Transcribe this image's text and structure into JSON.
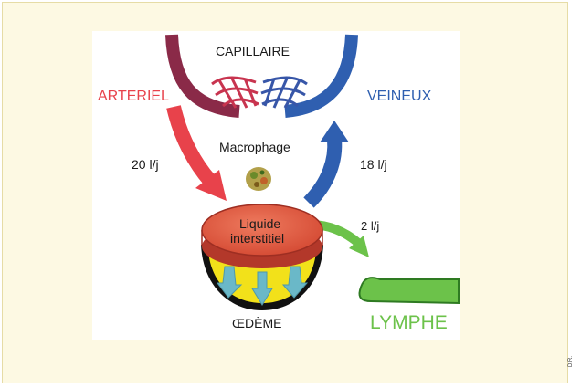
{
  "diagram": {
    "capillary_label": "CAPILLAIRE",
    "arterial_label": "ARTERIEL",
    "venous_label": "VEINEUX",
    "macrophage_label": "Macrophage",
    "interstitial_label_line1": "Liquide",
    "interstitial_label_line2": "interstitiel",
    "edema_label": "ŒDÈME",
    "lymph_label": "LYMPHE",
    "flows": {
      "arterial_to_interstitial": "20 l/j",
      "interstitial_to_venous": "18 l/j",
      "interstitial_to_lymph": "2 l/j"
    },
    "colors": {
      "arterial": "#e8424b",
      "venous": "#2f5fb0",
      "lymph": "#6cc24a",
      "interstitial": "#e45a45",
      "edema": "#f2e11a",
      "frame_bg": "#fdf9e3"
    }
  },
  "credit": "D.R."
}
